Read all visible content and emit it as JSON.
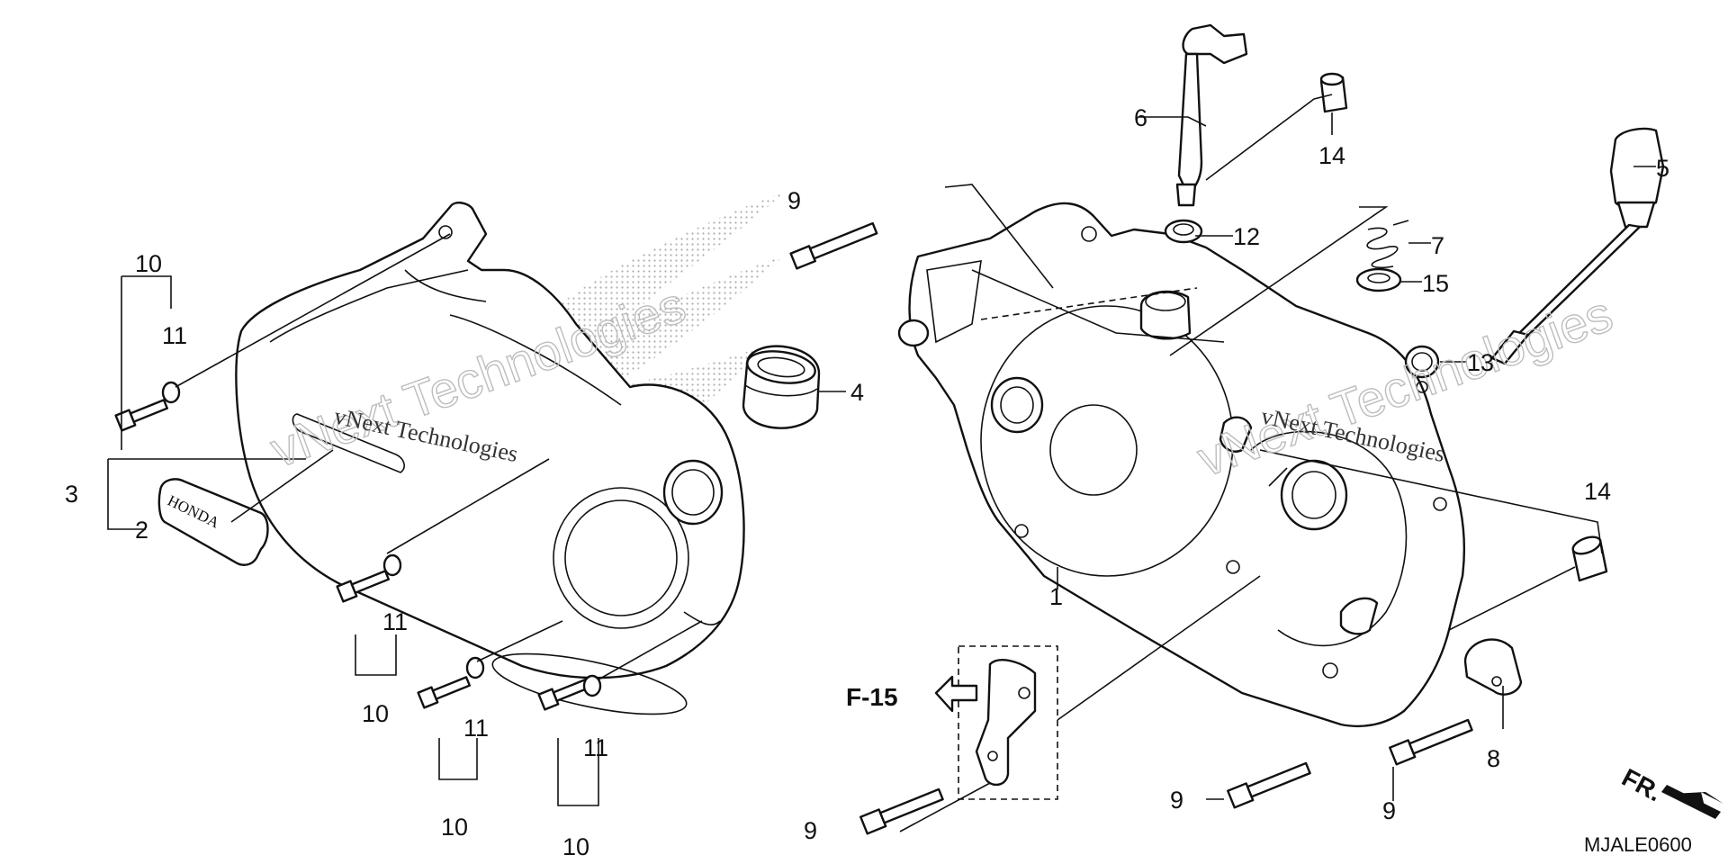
{
  "diagram": {
    "callouts": {
      "c1": "1",
      "c2": "2",
      "c3": "3",
      "c4": "4",
      "c5": "5",
      "c6": "6",
      "c7": "7",
      "c8": "8",
      "c12": "12",
      "c13": "13",
      "c15": "15",
      "c9a": "9",
      "c9b": "9",
      "c9c": "9",
      "c9d": "9",
      "c10a": "10",
      "c10b": "10",
      "c10c": "10",
      "c10d": "10",
      "c11a": "11",
      "c11b": "11",
      "c11c": "11",
      "c11d": "11",
      "c14a": "14",
      "c14b": "14"
    },
    "reference_label": "F-15",
    "direction_label": "FR.",
    "emblem_text": "HONDA",
    "drawing_code": "MJALE0600",
    "watermark_text": "vNext Technologies"
  }
}
